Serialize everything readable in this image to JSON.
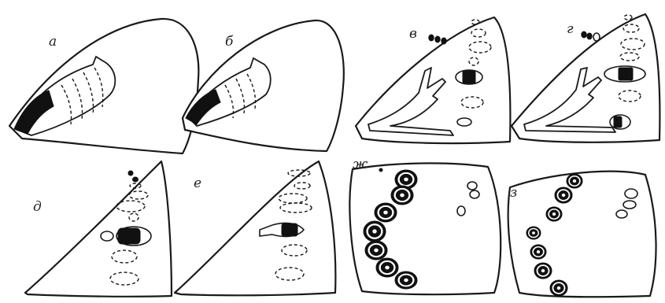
{
  "figure": {
    "panel_labels": {
      "a": "а",
      "b": "б",
      "v": "в",
      "g": "г",
      "d": "д",
      "e": "е",
      "zh": "ж",
      "z": "з"
    }
  }
}
